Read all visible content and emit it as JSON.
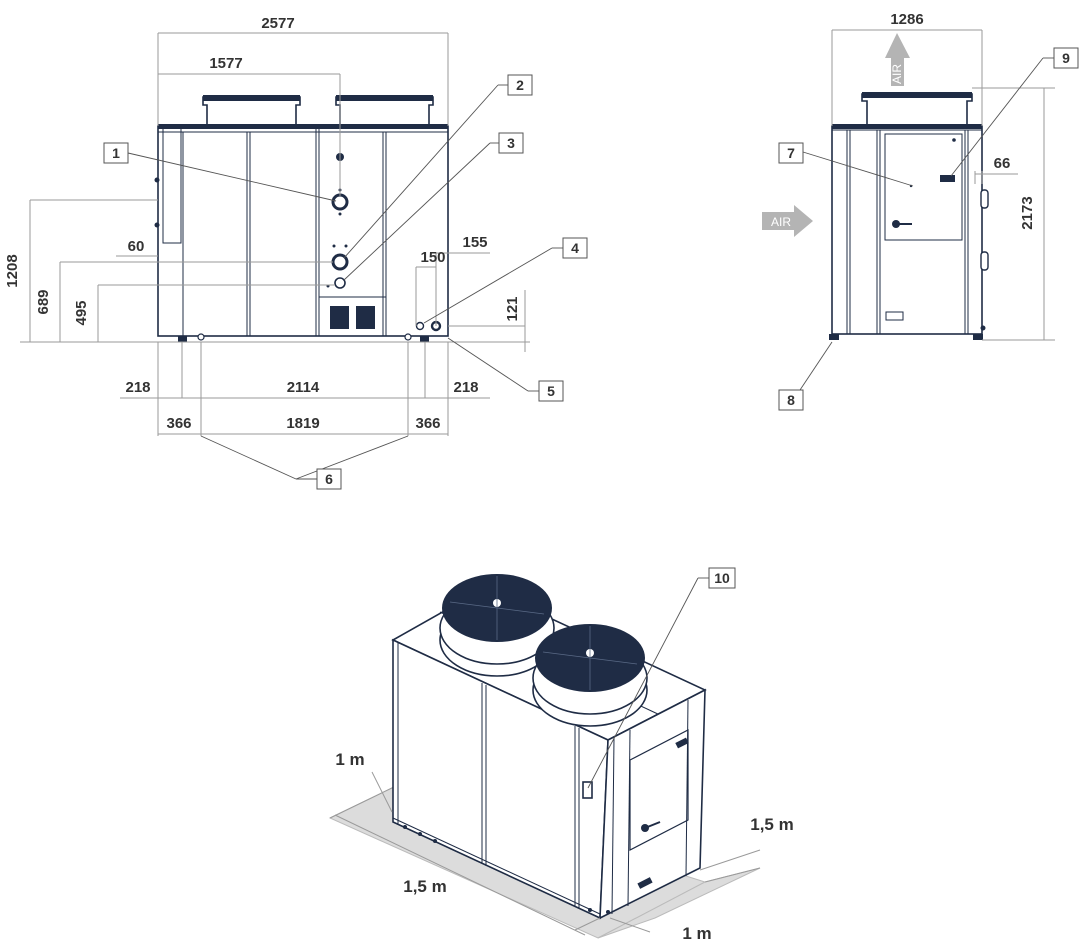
{
  "front_view": {
    "dimensions": {
      "overall_width": "2577",
      "inlet_outlet_offset": "1577",
      "height_1208": "1208",
      "height_689": "689",
      "height_495": "495",
      "offset_60": "60",
      "offset_150": "150",
      "offset_155": "155",
      "height_121": "121",
      "foot_218_left": "218",
      "foot_span_2114": "2114",
      "foot_218_right": "218",
      "foot_366_left": "366",
      "foot_span_1819": "1819",
      "foot_366_right": "366"
    },
    "callouts": [
      "1",
      "2",
      "3",
      "4",
      "5",
      "6"
    ]
  },
  "side_view": {
    "dimensions": {
      "overall_width": "1286",
      "overall_height": "2173",
      "offset_66": "66"
    },
    "callouts": [
      "7",
      "8",
      "9"
    ],
    "air_label_up": "AIR",
    "air_label_side": "AIR"
  },
  "iso_view": {
    "callouts": [
      "10"
    ],
    "clearances": {
      "back_left": "1 m",
      "front_long": "1,5 m",
      "right_side": "1,5 m",
      "front_right": "1 m"
    }
  },
  "colors": {
    "outline": "#1f2c45",
    "dimension_line": "#9a9a9a",
    "clearance_area": "#dcdcdc",
    "air_arrow": "#b4b4b4"
  }
}
